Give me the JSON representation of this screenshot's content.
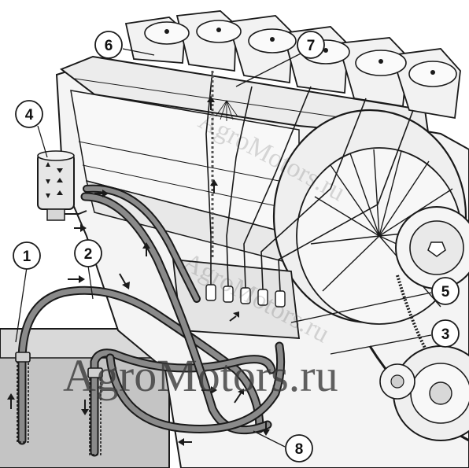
{
  "callouts": [
    "1",
    "2",
    "3",
    "4",
    "5",
    "6",
    "7",
    "8"
  ],
  "watermark": {
    "main": "AgroMotors.ru",
    "faint": "AgroMotors.ru"
  },
  "colors": {
    "line": "#1a1a1a",
    "engine_fill": "#f4f4f4",
    "shade_fill": "#d6d6d6",
    "hose_fill": "#8a8a8a",
    "tank_fill": "#cfcfcf",
    "watermark": "#3a3a3a"
  },
  "icons": [
    "fuel-filter-icon",
    "fuel-flow-arrow-icon",
    "injector-spray-icon",
    "cooling-fan-icon",
    "tank-icon"
  ]
}
